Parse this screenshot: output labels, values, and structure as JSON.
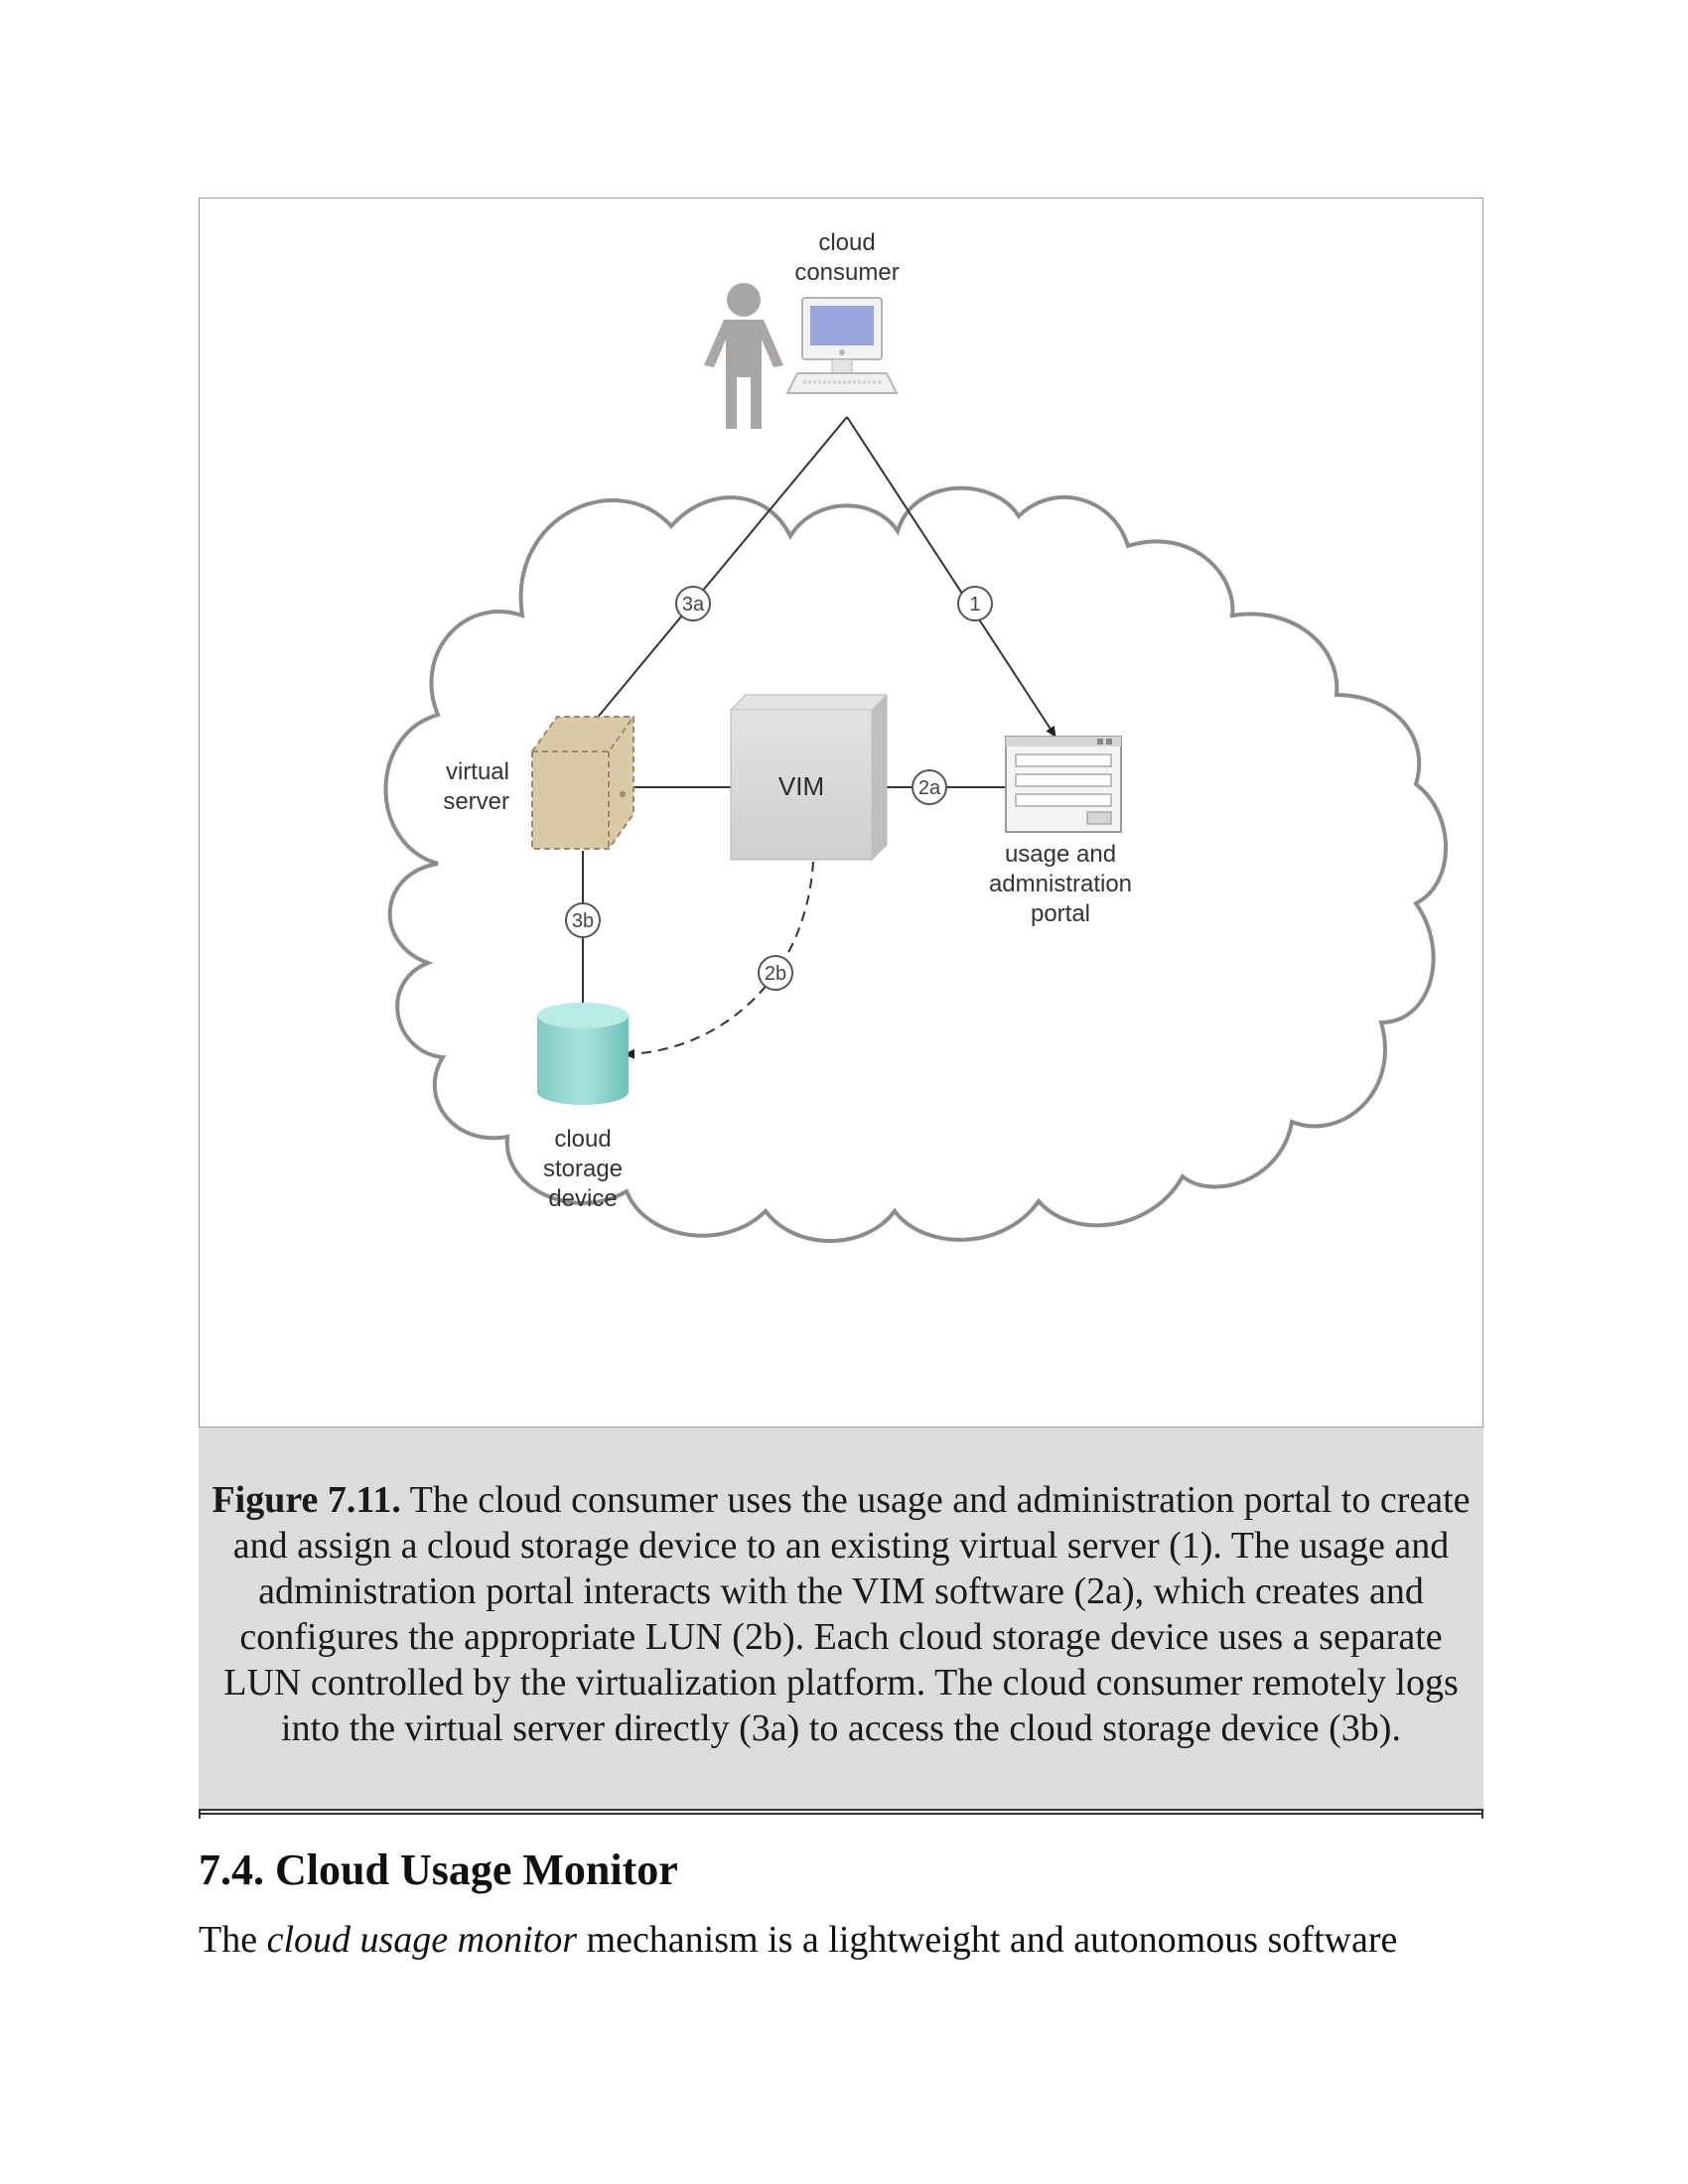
{
  "diagram": {
    "labels": {
      "consumer_line1": "cloud",
      "consumer_line2": "consumer",
      "virtual_server_line1": "virtual",
      "virtual_server_line2": "server",
      "vim": "VIM",
      "portal_line1": "usage and",
      "portal_line2": "admnistration",
      "portal_line3": "portal",
      "storage_line1": "cloud",
      "storage_line2": "storage",
      "storage_line3": "device"
    },
    "steps": [
      "1",
      "2a",
      "2b",
      "3a",
      "3b"
    ],
    "colors": {
      "cloud_outline": "#8c8c8c",
      "server": "#d9c9a6",
      "vim_box": "#d6d6d6",
      "storage": "#8fd6cf",
      "screen": "#9aa6dd",
      "person": "#a9a6a3"
    }
  },
  "caption": {
    "figure_label": "Figure 7.11.",
    "text": " The cloud consumer uses the usage and administration portal to create and assign a cloud storage device to an existing virtual server (1). The usage and administration portal interacts with the VIM software (2a), which creates and configures the appropriate LUN (2b). Each cloud storage device uses a separate LUN controlled by the virtualization platform. The cloud consumer remotely logs into the virtual server directly (3a) to access the cloud storage device (3b)."
  },
  "section": {
    "heading": "7.4. Cloud Usage Monitor",
    "para_start": "The ",
    "para_term": "cloud usage monitor",
    "para_rest": " mechanism is a lightweight and autonomous software"
  }
}
